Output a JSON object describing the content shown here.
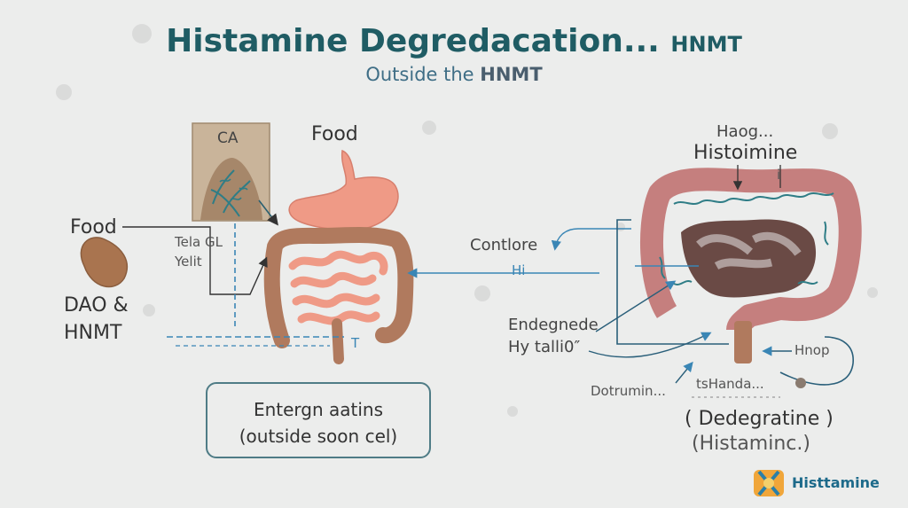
{
  "header": {
    "title_main": "Histamine Degredacation...",
    "title_suffix": "HNMT",
    "subtitle_pre": "Outside the",
    "subtitle_bold": "HNMT"
  },
  "left_panel": {
    "inset_label": "CA",
    "food_top_label": "Food",
    "food_left_label": "Food",
    "dao_line1": "DAO &",
    "dao_line2": "HNMT",
    "small_label_1": "Tela  GL",
    "small_label_2": "Yelit",
    "t_marker": "T"
  },
  "middle": {
    "contlore_label": "Contlore",
    "hi_label": "Hi"
  },
  "right_panel": {
    "haog_label": "Haog...",
    "histoimine_label": "Histoimine",
    "histoimine_mark": "i",
    "endegnede_label": "Endegnede",
    "hy_label": "Hy talli0″",
    "hnop_label": "Hnop",
    "dotrumin_label": "Dotrumin...",
    "tshanda_label": "tsHanda...",
    "degradation_line1": "( Dedegratine )",
    "degradation_line2": "(Histaminc.)"
  },
  "bottom_box": {
    "line1": "Entergn aatins",
    "line2": "(outside soon cel)"
  },
  "brand": {
    "name": "Histtamine"
  },
  "colors": {
    "background": "#ecedec",
    "title_teal": "#1f5c64",
    "arrow_blue": "#3a86b5",
    "stomach": "#ef9a86",
    "colon_brown": "#b07a5e",
    "vessel_teal": "#2f7d86"
  }
}
